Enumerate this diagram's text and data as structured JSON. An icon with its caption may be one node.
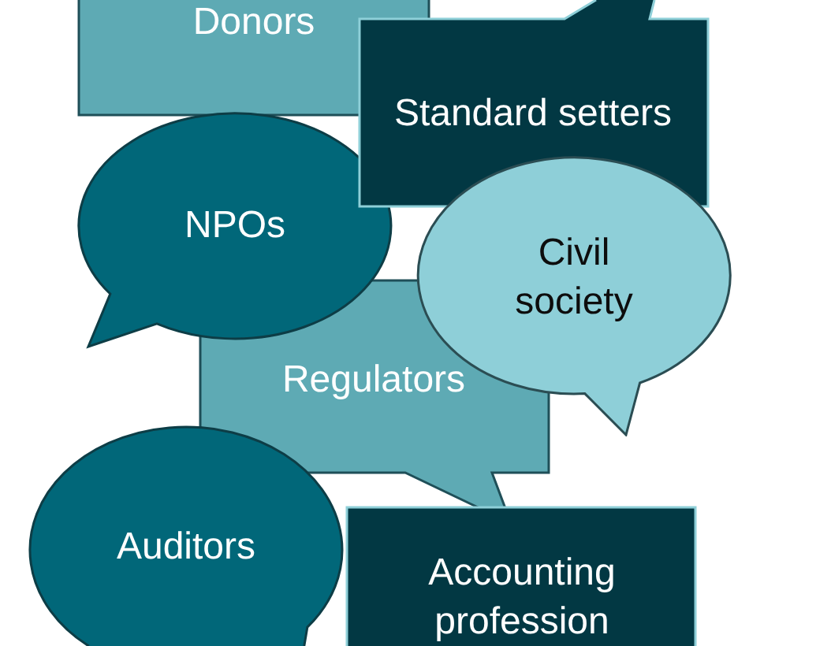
{
  "diagram": {
    "nodes": [
      {
        "text": [
          "Donors"
        ]
      },
      {
        "text": [
          "Standard setters"
        ]
      },
      {
        "text": [
          "NPOs"
        ]
      },
      {
        "text": [
          "Civil society"
        ]
      },
      {
        "text": [
          "Regulators"
        ]
      },
      {
        "text": [
          "Auditors"
        ]
      },
      {
        "text": [
          "Accounting profession"
        ]
      }
    ]
  }
}
